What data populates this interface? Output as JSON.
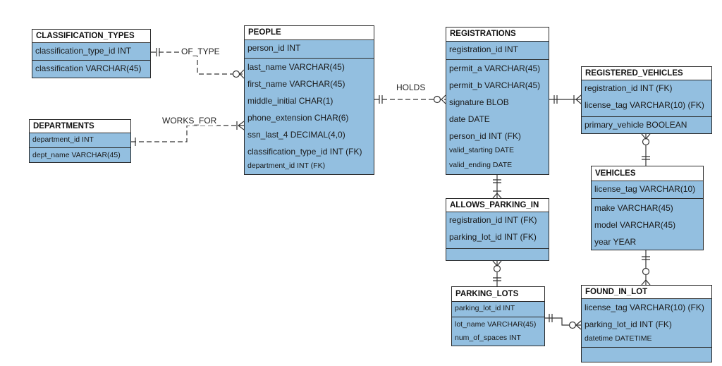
{
  "entities": {
    "classification_types": {
      "title": "CLASSIFICATION_TYPES",
      "pk": [
        "classification_type_id INT"
      ],
      "attrs": [
        "classification VARCHAR(45)"
      ]
    },
    "people": {
      "title": "PEOPLE",
      "pk": [
        "person_id INT"
      ],
      "attrs": [
        "last_name VARCHAR(45)",
        "first_name VARCHAR(45)",
        "middle_initial CHAR(1)",
        "phone_extension CHAR(6)",
        "ssn_last_4 DECIMAL(4,0)",
        "classification_type_id INT (FK)",
        "department_id INT (FK)"
      ]
    },
    "departments": {
      "title": "DEPARTMENTS",
      "pk": [
        "department_id INT"
      ],
      "attrs": [
        "dept_name VARCHAR(45)"
      ]
    },
    "registrations": {
      "title": "REGISTRATIONS",
      "pk": [
        "registration_id INT"
      ],
      "attrs": [
        "permit_a VARCHAR(45)",
        "permit_b VARCHAR(45)",
        "signature BLOB",
        "date DATE",
        "person_id INT (FK)",
        "valid_starting DATE",
        "valid_ending DATE"
      ]
    },
    "registered_vehicles": {
      "title": "REGISTERED_VEHICLES",
      "pk": [
        "registration_id INT (FK)",
        "license_tag VARCHAR(10) (FK)"
      ],
      "attrs": [
        "primary_vehicle BOOLEAN"
      ]
    },
    "vehicles": {
      "title": "VEHICLES",
      "pk": [
        "license_tag VARCHAR(10)"
      ],
      "attrs": [
        "make VARCHAR(45)",
        "model VARCHAR(45)",
        "year YEAR"
      ]
    },
    "allows_parking_in": {
      "title": "ALLOWS_PARKING_IN",
      "pk": [
        "registration_id INT (FK)",
        "parking_lot_id INT (FK)"
      ],
      "attrs": []
    },
    "parking_lots": {
      "title": "PARKING_LOTS",
      "pk": [
        "parking_lot_id INT"
      ],
      "attrs": [
        "lot_name VARCHAR(45)",
        "num_of_spaces INT"
      ]
    },
    "found_in_lot": {
      "title": "FOUND_IN_LOT",
      "pk": [
        "license_tag VARCHAR(10) (FK)",
        "parking_lot_id INT (FK)"
      ],
      "attrs": [
        "datetime DATETIME"
      ]
    }
  },
  "relationships": {
    "of_type": "OF_TYPE",
    "works_for": "WORKS_FOR",
    "holds": "HOLDS"
  },
  "colors": {
    "entity_fill": "#93bfe0",
    "border": "#2a2a2a",
    "line": "#333333"
  }
}
